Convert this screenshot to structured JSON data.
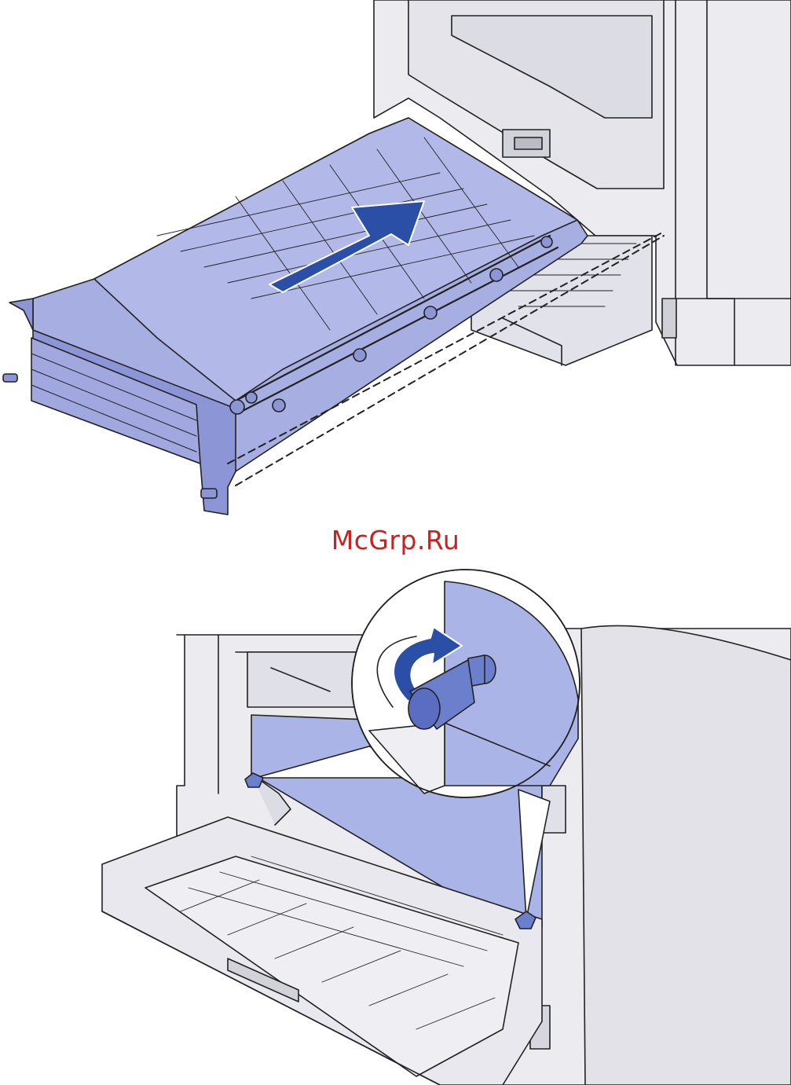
{
  "watermark": {
    "text": "McGrp.Ru"
  },
  "colors": {
    "printer_body": "#ececf0",
    "printer_edge": "#222222",
    "duplex_unit": "#a6aee2",
    "duplex_shade": "#8c95d6",
    "arrow": "#2b4ea6",
    "knob": "#6c7fcc",
    "panel": "#aab4e6"
  },
  "illustrations": [
    {
      "name": "duplex-unit-insertion",
      "icon": "arrow-right-icon"
    },
    {
      "name": "duplex-unit-knob-detail",
      "icon": "rotate-arrow-icon"
    }
  ]
}
